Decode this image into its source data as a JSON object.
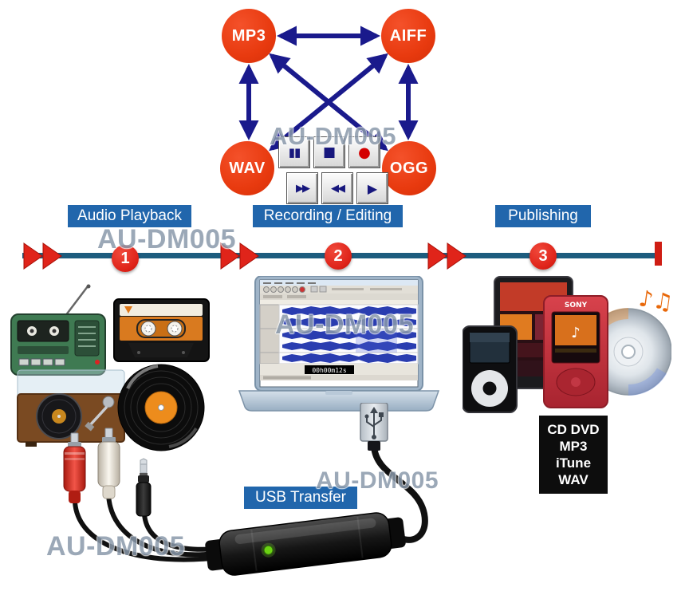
{
  "watermark": "AU-DM005",
  "diagram": {
    "formats": [
      {
        "label": "MP3"
      },
      {
        "label": "AIFF"
      },
      {
        "label": "WAV"
      },
      {
        "label": "OGG"
      }
    ],
    "player_buttons": [
      {
        "name": "pause",
        "glyph": "▮▮"
      },
      {
        "name": "stop",
        "glyph": "■"
      },
      {
        "name": "record",
        "glyph": "●"
      },
      {
        "name": "forward",
        "glyph": "▶▶"
      },
      {
        "name": "rewind",
        "glyph": "◀◀"
      },
      {
        "name": "play",
        "glyph": "▶"
      }
    ]
  },
  "workflow": {
    "steps": [
      {
        "number": "1",
        "label": "Audio Playback"
      },
      {
        "number": "2",
        "label": "Recording / Editing"
      },
      {
        "number": "3",
        "label": "Publishing"
      }
    ]
  },
  "editor": {
    "timecode": "00h00m12s"
  },
  "transfer": {
    "label": "USB Transfer"
  },
  "publishing": {
    "formats": [
      "CD DVD",
      "MP3",
      "iTune",
      "WAV"
    ],
    "player_brand": "SONY"
  },
  "icons": {
    "music_notes": "♪♫",
    "music_note": "♪"
  },
  "colors": {
    "node_orange": "#e83a0f",
    "arrow_navy": "#1a1a8c",
    "label_blue": "#2166ac",
    "timeline_blue": "#1d5c7e",
    "marker_red": "#df241a"
  }
}
